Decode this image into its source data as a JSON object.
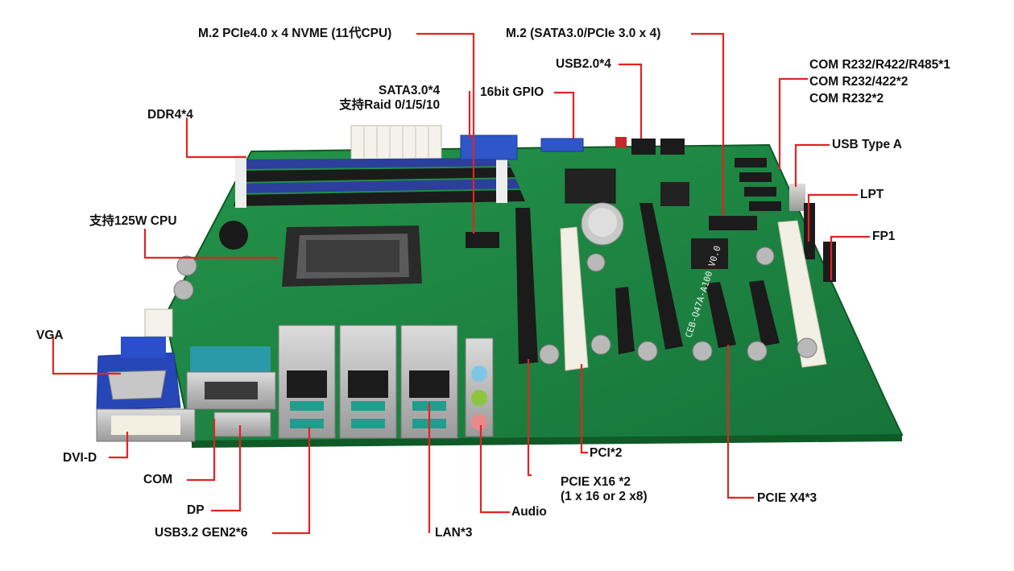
{
  "labels": {
    "m2_nvme": "M.2 PCIe4.0 x 4 NVME (11代CPU)",
    "m2_sata": "M.2 (SATA3.0/PCIe 3.0 x 4)",
    "usb20": "USB2.0*4",
    "sata_1": "SATA3.0*4",
    "sata_2": "支持Raid 0/1/5/10",
    "gpio": "16bit GPIO",
    "ddr4": "DDR4*4",
    "com_1": "COM R232/R422/R485*1",
    "com_2": "COM R232/422*2",
    "com_3": "COM R232*2",
    "usb_type_a": "USB Type A",
    "lpt": "LPT",
    "fp1": "FP1",
    "cpu": "支持125W CPU",
    "vga": "VGA",
    "dvi": "DVI-D",
    "com": "COM",
    "dp": "DP",
    "usb32": "USB3.2 GEN2*6",
    "lan": "LAN*3",
    "audio": "Audio",
    "pcie16_1": "PCIE X16 *2",
    "pcie16_2": "(1 x 16 or 2 x8)",
    "pci": "PCI*2",
    "pcie4": "PCIE X4*3"
  },
  "silkscreen": "CEB-Q47A-A100 V0.0",
  "colors": {
    "leader": "#e32323",
    "pcb": "#1f8a3c",
    "pcb_dark": "#146b2c",
    "slot_black": "#1b1b1b",
    "slot_white": "#f2efe4",
    "dimm_blue": "#2c3f9c",
    "vga_blue": "#2747b8",
    "com_teal": "#2a9aa8",
    "audio_blue": "#7fc6e6",
    "audio_green": "#8cc63f",
    "audio_pink": "#e88a8a",
    "usb_teal": "#1f9e8e"
  }
}
